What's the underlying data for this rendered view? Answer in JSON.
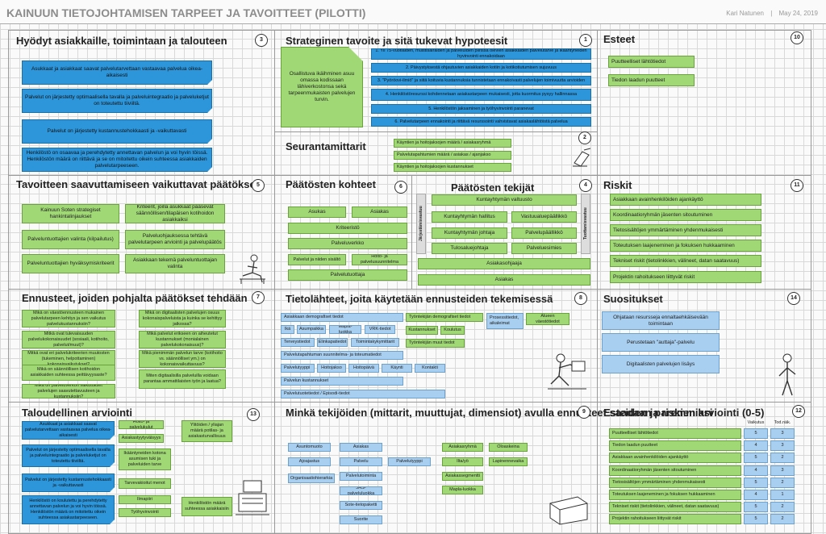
{
  "header": {
    "title": "KAINUUN TIETOJOHTAMISEN TARPEET JA TAVOITTEET (PILOTTI)",
    "author": "Kari Natunen",
    "date": "May 24, 2019",
    "separator": "|"
  },
  "s3": {
    "title": "Hyödyt asiakkaille, toimintaan ja talouteen",
    "num": "3",
    "items": [
      "Asukkaat ja asiakkaat saavat palvelutarvettaan vastaavaa palvelua oikea-aikaisesti",
      "Palvelut on järjestetty optimaalisella tavalla ja palveluintegraatio ja palveluketjut on toteutettu tiiviiltä.",
      "Palvelut on järjestetty kustannustehokkaasti ja -vaikuttavasti",
      "Henkilöstö on osaavaa ja perehdytetty annettavan palvelun ja voi hyvin töissä. Henkilöstön määrä on riittävä ja se on mitoitettu oikein suhteessa asiakkaiden palvelutarpeeseen."
    ]
  },
  "s1": {
    "title": "Strateginen tavoite ja sitä tukevat hypoteesit",
    "num": "1",
    "goal": "Osallistuva ikäihminen asuu omassa kodissaan lähiverkostonsa sekä tarpeenmukaisten palvelujen turvin.",
    "hyp": [
      "1. Yli 75-vuotiaiden, muistisairaiden ja palveluiden piirissä olevien asiakkaiden palvelutarve ja ikääntyneiden hyvinvointi ennakoidaan",
      "2. Päivystyksestä ohjautuvien asiakkaiden kotiin ja kotikotiutumisen sujuvuus",
      "3. \"Pyöröovi-ilmiö\" ja siitä koituvia kustannuksia tunnistetaan ennakoivasti palvelujen toimivuutta arvioiden",
      "4. Henkilöstöresurssi kohdennetaan asiakastarpeen mukaisesti, jotta kuormitus pysyy hallinnassa",
      "5. Henkilöstön jaksaminen ja työhyvinvointi paranevat",
      "6. Palvelutarpeen ennakointi ja riittävä resurssointi vahvistavat asiakaslähtöistä palvelua"
    ]
  },
  "s10": {
    "title": "Esteet",
    "num": "10",
    "items": [
      "Puutteelliset lähtötiedot",
      "Tiedon laadun puutteet"
    ]
  },
  "s2": {
    "title": "Seurantamittarit",
    "num": "2",
    "items": [
      "Käyntien ja hoitojaksojen määrä / asiakasryhmä",
      "Palvelutapahtumien määrä / asiakas / ajanjakso",
      "Käyntien ja hoitojaksojen kustannukset"
    ]
  },
  "s5": {
    "title": "Tavoitteen saavuttamiseen vaikuttavat päätökset",
    "num": "5",
    "items": [
      "Kainuun Soten strategiset hankintalinjaukset",
      "Kriteerit, joilla asukkaat pääsevät säännöllisen/tilapäisen kotihoidon asiakkaiksi",
      "Palveluntuottajien valinta (kilpailutus)",
      "Palveluohjauksessa tehtävä palvelutarpeen arviointi ja palvelupäätös",
      "Palveluntuottajien hyväksymiskriteerit",
      "Asiakkaan tekemä palveluntuottajan valinta"
    ]
  },
  "s6": {
    "title": "Päätösten kohteet",
    "num": "6",
    "items": [
      "Asukas",
      "Asiakas",
      "Kriteeristö",
      "Palveluverkko",
      "Palvelut ja niiden sisältö",
      "Hoito- ja palvelusuunnitelma",
      "Palvelutuottaja"
    ]
  },
  "s4": {
    "title": "Päätösten tekijät",
    "num": "4",
    "tab_left": "Järjestämisvastuu",
    "tab_right": "Tuottamisvastuu",
    "items": [
      "Kuntayhtymän valtuusto",
      "Kuntayhtymän hallitus",
      "Vastuualuepäällikkö",
      "Kuntayhtymän johtaja",
      "Palvelupäällikkö",
      "Tulosaluejohtaja",
      "Palveluesimies",
      "Asiakasohjaaja",
      "Asiakas"
    ]
  },
  "s11": {
    "title": "Riskit",
    "num": "11",
    "items": [
      "Asiakkaan avainhenkilöiden ajankäyttö",
      "Koordinaatioryhmän jäsenten sitoutuminen",
      "Tietosisältöjen ymmärtäminen yhdenmukaisesti",
      "Toteutuksen laajeneminen ja fokuksen hukkaaminen",
      "Tekniset riskit (tietolinkkien, välineet, datan saatavuus)",
      "Projektin rahoitukseen liittyvät riskit"
    ]
  },
  "s7": {
    "title": "Ennusteet, joiden pohjalta päätökset tehdään",
    "num": "7",
    "items": [
      "Mikä on väestöennusteen mukainen palvelutarpeen kehitys ja sen vaikutus palvelukustannuksiin?",
      "Mikä on digitaalisten palvelujen osuus kokonaispalveluista ja kuinka se kehittyy jatkossa?",
      "Mitkä ovat tulevaisuuden palvelukokonaisuudet (sosiaali, kotihoito, palvelut/muut)?",
      "Mikä palvelut erikseen on aiheutetut kustannukset (monialainen palvelukokonaisuus)?",
      "Mitkä ovat eri palvelukriteerien muutosten (tukeminen, helpottaminen) kokonaisvaikutukset?",
      "Mikä pienimmän palvelun tarve (kotihoito vs. säännölliset ym.) on kokonaisvaikuttavuus?",
      "Mikä on säännöllisen kotihoidon asiakkaiden suhteessa peittävyysaste?",
      "Miten digitaalisilla palveluilla voidaan parantaa ammattilaisten työn ja laatua?",
      "Mikä on palveluverkon vaikutukset palvelujen saavutettavuuteen ja kustannuksiin?"
    ]
  },
  "s8": {
    "title": "Tietolähteet, joita käytetään ennusteiden tekemisessä",
    "num": "8",
    "items": [
      "Asiakkaan demografiset tiedot",
      "Työntekijän demografiset tiedot",
      "Prosessitiedot, aikaleimat",
      "Alueen väestötiedot",
      "Ikä",
      "Asumpaikka",
      "Mapla-luokka",
      "VRK-tiedot",
      "Kustannukset",
      "Koulutus",
      "Terveystiedot",
      "Elinkapatiedot",
      "Toimintakykymittarit",
      "Työntekijän muut tiedot",
      "Palvelutapahtuman suunnitelma- ja toteumatiedot",
      "Palvelutyyppi",
      "Hoitojakso",
      "Hoitopäivä",
      "Käynti",
      "Kontakti",
      "Palvelun kustannukset",
      "Palvelutuotetiedot / Episodi-tiedot"
    ]
  },
  "s14": {
    "title": "Suositukset",
    "num": "14",
    "items": [
      "Ohjataan resursseja ennaltaehkäisevään toimintaan",
      "Perustetaan \"auttaja\"-palvelu",
      "Digitaalisten palvelujen lisäys"
    ]
  },
  "s13": {
    "title": "Taloudellinen arviointi",
    "num": "13",
    "blue": [
      "Asukkaat ja asiakkaat saavat palvelutarvettaan vastaavaa palvelua oikea-aikaisesti",
      "Palvelut on järjestetty optimaalisella tavalla ja palveluintegraatio ja palveluketjut on toteutettu tiiviiltä.",
      "Palvelut on järjestetty kustannustehokkaasti ja -vaikuttavasti",
      "Henkilöstö on koulutettu ja perehdytetty annettavan palvelun ja voi hyvin töissä. Henkilöstön määrä on mitoitettu oikein suhteessa asiakastarpeeseen."
    ],
    "green": [
      "Hoito- ja palvelukulut",
      "Asiakastyytyväisyys",
      "Ylitöiden / yliajan määrä potilas- ja asiakasturvallisuus",
      "Ikääntyneiden kotona asumisen tuki ja palveluiden tarve",
      "Tarvevakioitut menot",
      "Ilmapiiri",
      "Henkilöstön määrä suhteessa asiakkaisiin",
      "Työhyvinvointi"
    ]
  },
  "s9": {
    "title": "Minkä tekijöiden (mittarit, muuttujat, dimensiot) avulla ennusteet saadaan paremmiksi",
    "num": "9",
    "items": [
      "Asuntomuoto",
      "Asiakas",
      "Asiakasryhmä",
      "Oloaskeina",
      "Ajoajastus",
      "Palvelu",
      "Palvelutyyppi",
      "Ilta/yö",
      "Lapinennevaika",
      "Organisaatiohierarkia",
      "Palvelutoiminta",
      "Asiakassegmentti",
      "JHS-palveluluokka",
      "Mapla-luokka",
      "Sote-tietopaketti",
      "Suorite"
    ]
  },
  "s12": {
    "title": "Esteiden ja riskien arviointi (0-5)",
    "num": "12",
    "col1": "Vaikutus",
    "col2": "Tod.näk.",
    "rows": [
      {
        "label": "Puutteelliset lähtötiedot",
        "v": "5",
        "t": "3"
      },
      {
        "label": "Tiedon laadun puutteet",
        "v": "4",
        "t": "3"
      },
      {
        "label": "Asiakkaan avainhenkilöiden ajankäyttö",
        "v": "5",
        "t": "2"
      },
      {
        "label": "Koordinaatioryhmän jäsenten sitoutuminen",
        "v": "4",
        "t": "3"
      },
      {
        "label": "Tietosisältöjen ymmärtäminen yhdenmukaisesti",
        "v": "5",
        "t": "2"
      },
      {
        "label": "Toteutuksen laajeneminen ja fokuksen hukkaaminen",
        "v": "4",
        "t": "1"
      },
      {
        "label": "Tekniset riskit (tietolinkkien, välineet, datan saatavuus)",
        "v": "5",
        "t": "2"
      },
      {
        "label": "Projektin rahoitukseen liittyvät riskit",
        "v": "5",
        "t": "2"
      }
    ]
  },
  "colors": {
    "green": "#9fd875",
    "blue": "#2d96db",
    "light_blue": "#a8cff0",
    "gray": "#d9d9d9"
  }
}
